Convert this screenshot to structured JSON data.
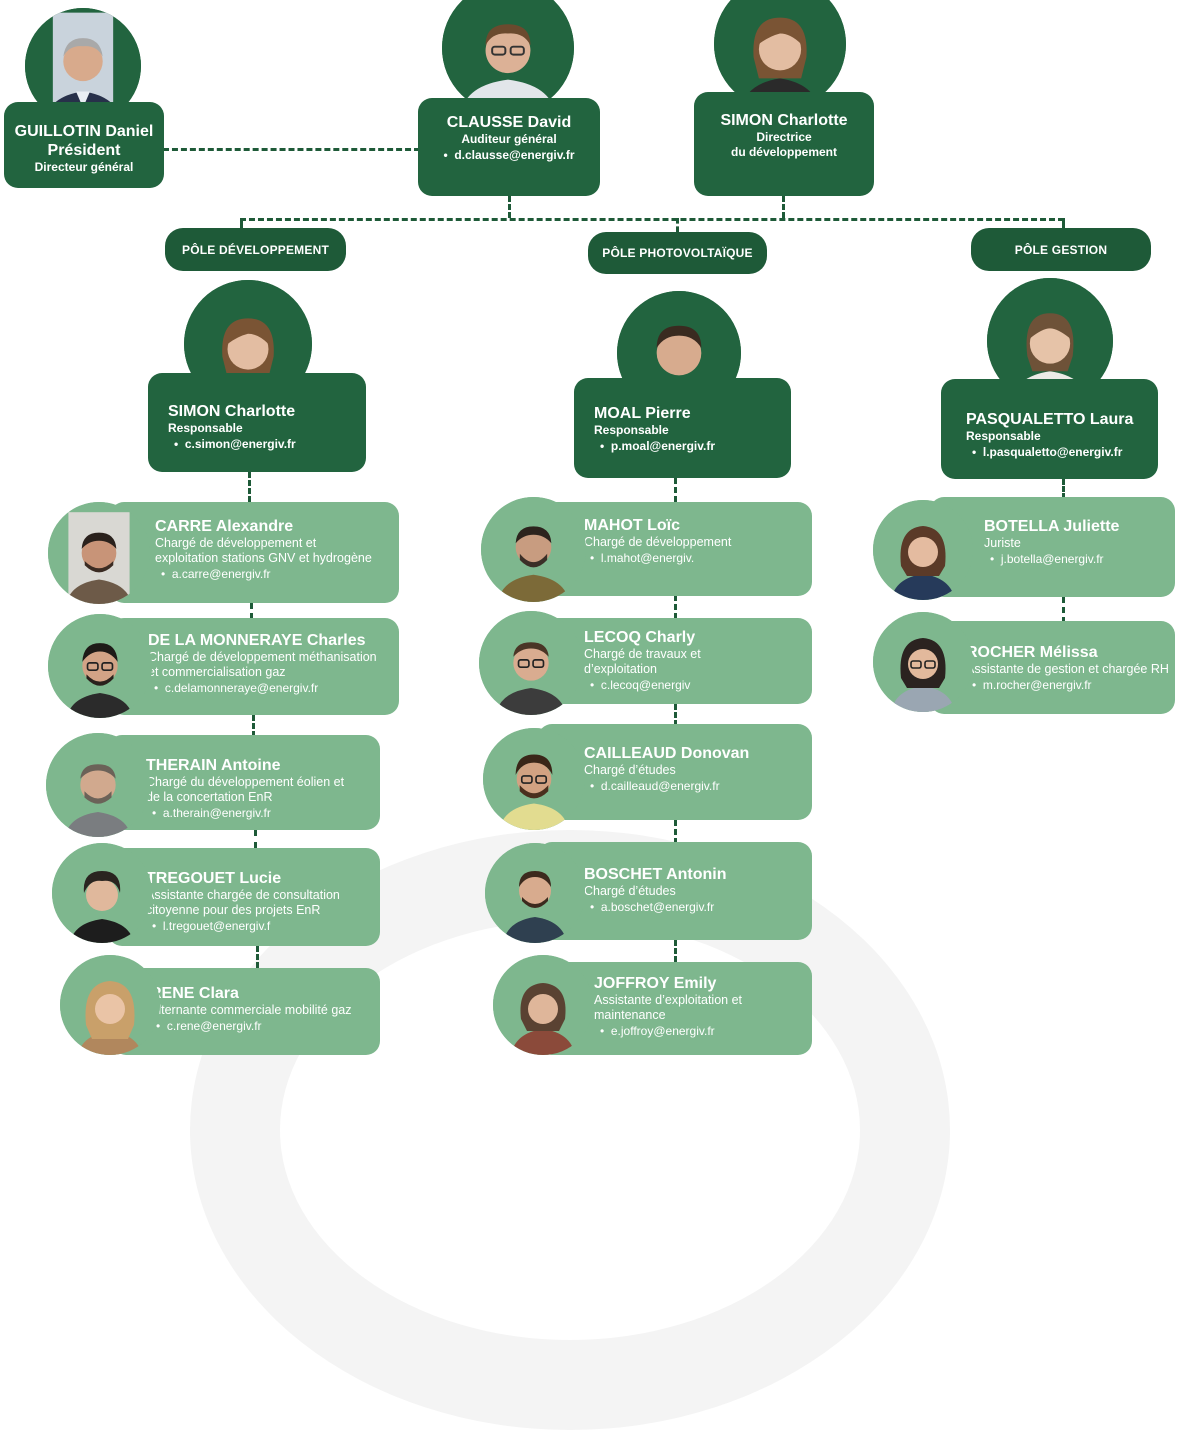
{
  "top": {
    "guillotin": {
      "name": "GUILLOTIN Daniel",
      "title": "Président",
      "role": "Directeur général"
    },
    "clausse": {
      "name": "CLAUSSE David",
      "role": "Auditeur général",
      "email": "d.clausse@energiv.fr"
    },
    "simon_top": {
      "name": "SIMON Charlotte",
      "role_line1": "Directrice",
      "role_line2": "du développement"
    }
  },
  "poles": [
    {
      "label": "PÔLE DÉVELOPPEMENT"
    },
    {
      "label": "PÔLE PHOTOVOLTAÏQUE"
    },
    {
      "label": "PÔLE GESTION"
    }
  ],
  "heads": [
    {
      "name": "SIMON Charlotte",
      "role": "Responsable",
      "email": "c.simon@energiv.fr"
    },
    {
      "name": "MOAL Pierre",
      "role": "Responsable",
      "email": "p.moal@energiv.fr"
    },
    {
      "name": "PASQUALETTO Laura",
      "role": "Responsable",
      "email": "l.pasqualetto@energiv.fr"
    }
  ],
  "dev_members": [
    {
      "name": "CARRE Alexandre",
      "desc1": "Chargé de développement et",
      "desc2": "exploitation stations GNV et hydrogène",
      "email": "a.carre@energiv.fr"
    },
    {
      "name": "DE LA MONNERAYE Charles",
      "desc1": "Chargé de développement méthanisation",
      "desc2": "et commercialisation gaz",
      "email": "c.delamonneraye@energiv.fr"
    },
    {
      "name": "THERAIN Antoine",
      "desc1": "Chargé du développement éolien et",
      "desc2": "de la concertation EnR",
      "email": "a.therain@energiv.fr"
    },
    {
      "name": "TREGOUET Lucie",
      "desc1": "Assistante chargée de consultation",
      "desc2": "citoyenne pour des projets EnR",
      "email": "l.tregouet@energiv.f"
    },
    {
      "name": "RENE Clara",
      "desc1": "Alternante commerciale mobilité gaz",
      "desc2": "",
      "email": "c.rene@energiv.fr"
    }
  ],
  "pv_members": [
    {
      "name": "MAHOT Loïc",
      "desc1": "Chargé de développement",
      "desc2": "",
      "email": "l.mahot@energiv."
    },
    {
      "name": "LECOQ Charly",
      "desc1": "Chargé de travaux et",
      "desc2": "d’exploitation",
      "email": "c.lecoq@energiv"
    },
    {
      "name": "CAILLEAUD Donovan",
      "desc1": "Chargé d’études",
      "desc2": "",
      "email": "d.cailleaud@energiv.fr"
    },
    {
      "name": "BOSCHET Antonin",
      "desc1": "Chargé d’études",
      "desc2": "",
      "email": "a.boschet@energiv.fr"
    },
    {
      "name": "JOFFROY Emily",
      "desc1": "Assistante d’exploitation et",
      "desc2": "maintenance",
      "email": "e.joffroy@energiv.fr"
    }
  ],
  "gestion_members": [
    {
      "name": "BOTELLA Juliette",
      "desc1": "Juriste",
      "desc2": "",
      "email": "j.botella@energiv.fr"
    },
    {
      "name": "ROCHER Mélissa",
      "desc1": "Assistante de gestion et chargée RH",
      "desc2": "",
      "email": "m.rocher@energiv.fr"
    }
  ],
  "bullet": "•",
  "colors": {
    "dark_green": "#22643f",
    "light_green": "#7eb78e",
    "line": "#1e5a38"
  }
}
